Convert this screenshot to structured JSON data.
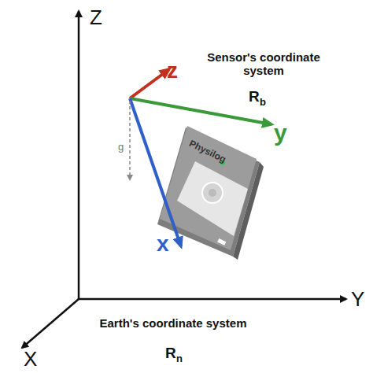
{
  "diagram": {
    "labels": [
      "Z",
      "Y",
      "X",
      "z",
      "y",
      "x",
      "g",
      "Sensor's coordinate system",
      "R",
      "b",
      "Physilog",
      "Earth's coordinate system",
      "R",
      "n"
    ]
  }
}
